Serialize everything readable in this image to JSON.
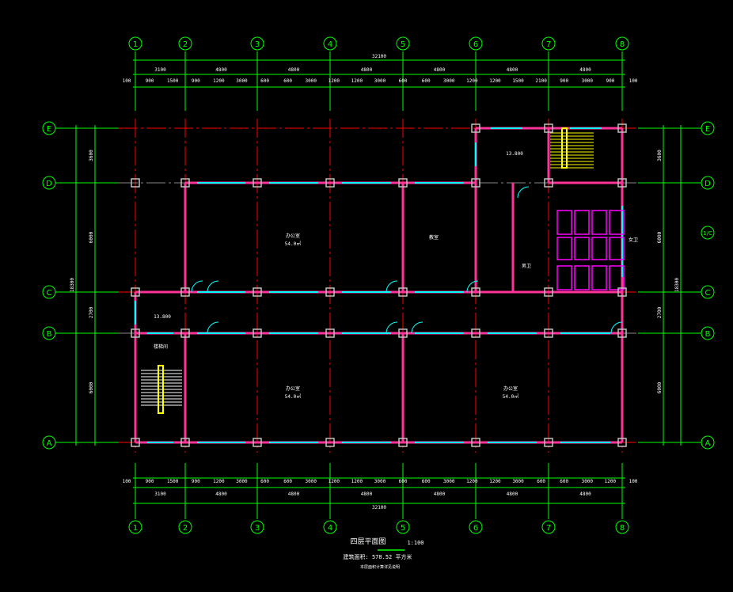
{
  "axes": {
    "columns": [
      "1",
      "2",
      "3",
      "4",
      "5",
      "6",
      "7",
      "8"
    ],
    "rows": [
      "E",
      "D",
      "C",
      "B",
      "A"
    ],
    "extra_row": "1/C"
  },
  "dims": {
    "total": "32100",
    "bays": [
      "3100",
      "4800",
      "4800",
      "4800",
      "4800",
      "4800",
      "4800"
    ],
    "top_detail": [
      "100",
      "900",
      "1500",
      "900",
      "1200",
      "3000",
      "600",
      "600",
      "3000",
      "1200",
      "1200",
      "3000",
      "600",
      "600",
      "3000",
      "1200",
      "1200",
      "1500",
      "2100",
      "900",
      "3000",
      "900",
      "100"
    ],
    "bottom_detail": [
      "100",
      "900",
      "1500",
      "900",
      "1200",
      "3000",
      "600",
      "600",
      "3000",
      "1200",
      "1200",
      "3000",
      "600",
      "600",
      "3000",
      "1200",
      "1200",
      "3000",
      "600",
      "600",
      "3000",
      "1200",
      "100"
    ],
    "left": [
      "3600",
      "6000",
      "2700",
      "6000"
    ],
    "left_total": "18300"
  },
  "rooms": [
    {
      "name": "办公室",
      "area": "54.0㎡"
    },
    {
      "name": "教室",
      "area": ""
    },
    {
      "name": "办公室",
      "area": "54.0㎡"
    },
    {
      "name": "办公室",
      "area": "54.0㎡"
    },
    {
      "name": "楼梯间",
      "area": ""
    },
    {
      "name": "男卫",
      "area": ""
    },
    {
      "name": "女卫",
      "area": ""
    }
  ],
  "levels": [
    "13.800",
    "13.800"
  ],
  "title": {
    "name": "四层平面图",
    "scale": "1:100",
    "area": "建筑面积: 578.52 平方米",
    "note": "本层面积计算详见说明"
  },
  "colors": {
    "axis": "#ff0000",
    "grid": "#00ff00",
    "wall": "#ff3399",
    "window": "#00ffff",
    "column": "#c0c0c0"
  }
}
